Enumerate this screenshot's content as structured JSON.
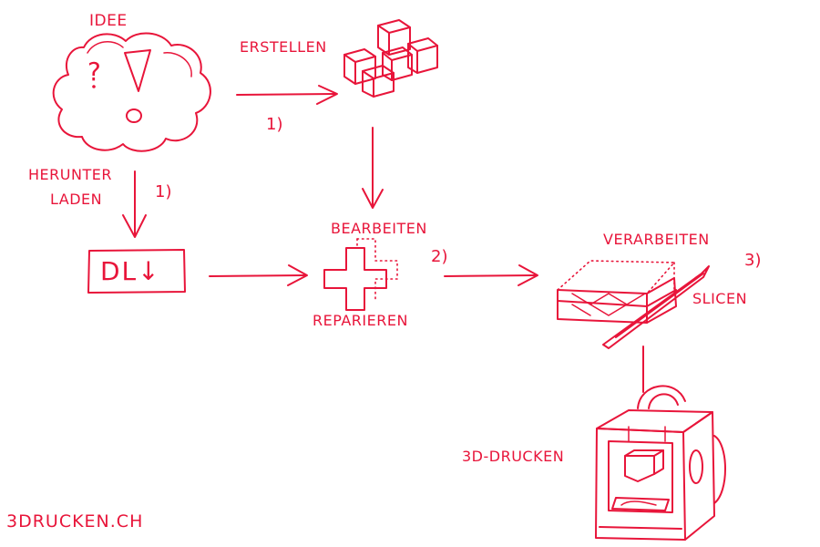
{
  "colors": {
    "ink": "#e8153a",
    "background": "#ffffff"
  },
  "labels": {
    "idee": "IDEE",
    "erstellen": "ERSTELLEN",
    "herunter_laden_1": "HERUNTER",
    "herunter_laden_2": "LADEN",
    "bearbeiten": "BEARBEITEN",
    "reparieren": "REPARIEREN",
    "verarbeiten": "VERARBEITEN",
    "slicen": "SLICEN",
    "druck": "3D-DRUCKEN",
    "dl_box": "DL↓",
    "site": "3DRUCKEN.CH",
    "q_mark": "?"
  },
  "steps": {
    "erstellen_step": "1)",
    "herunterladen_step": "1)",
    "bearbeiten_step": "2)",
    "slicen_step": "3)"
  },
  "icons": {
    "idea": "thought-cloud-icon",
    "create": "stacked-cubes-icon",
    "download": "download-box-icon",
    "repair": "medical-cross-icon",
    "slice": "sliced-block-icon",
    "printer": "3d-printer-icon"
  }
}
